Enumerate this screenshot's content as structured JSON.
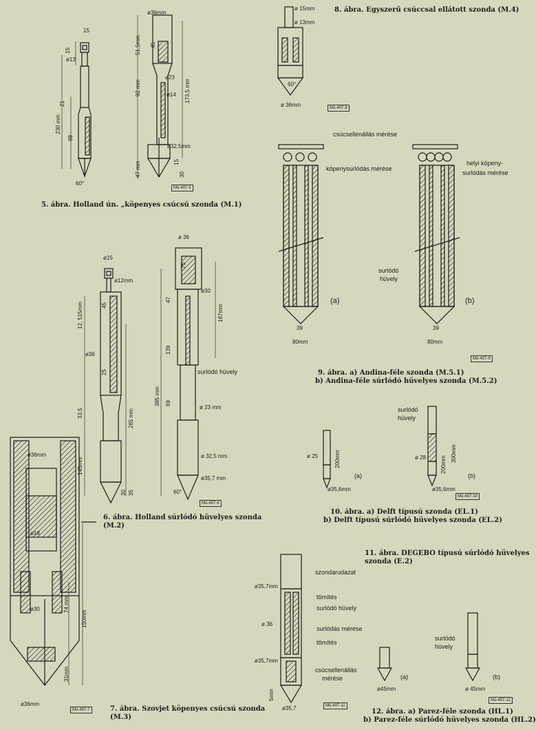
{
  "fig5": {
    "caption": "5. ábra. Holland ún. „köpenyes csúcsú szonda (M.1)",
    "dims": {
      "d15": "15",
      "h15": "15",
      "d13": "ø13",
      "h21": "21",
      "h98": "98",
      "h230": "230 mm",
      "ang60": "60°",
      "d36": "ø36mm",
      "h51": "51,5mm",
      "h45": "45",
      "d23": "ø23",
      "h92": "92 mm",
      "h173": "173,5 mm",
      "d14": "ø14",
      "d32": "ø32,5mm",
      "h47": "47 mm",
      "h15b": "15",
      "h30": "30"
    },
    "stamp1": "Mü-497-5"
  },
  "fig6": {
    "caption": "6. ábra. Holland súrlódó hüvelyes  szonda",
    "caption2": "(M.2)",
    "dims": {
      "d15": "ø15",
      "d12": "ø12mm",
      "h12": "12, 515mm",
      "h45": "45",
      "d36": "ø36",
      "h25": "25",
      "h335": "33,5",
      "h265": "265 mm",
      "h145": "145mm",
      "h30": "30",
      "h35": "35",
      "d36b": "ø 36",
      "h75": "75",
      "h47": "47",
      "d30": "ø30",
      "h187": "187mm",
      "h139": "139",
      "h385": "385 mm",
      "h69": "69",
      "d23": "ø 23 mm",
      "d325": "ø 32,5 mm",
      "d357": "ø35,7 mm",
      "ang60": "60°"
    },
    "label_sleeve": "surlódó hüvely",
    "stamp": "Mü-497-6"
  },
  "fig7": {
    "caption": "7. ábra. Szovjet köpenyes csúcsú szonda",
    "caption2": "(M.3)",
    "dims": {
      "d36t": "ø36mm",
      "d18": "ø18",
      "d30": "ø30",
      "h74": "74 mm",
      "h150": "150mm",
      "h31": "31mm",
      "d36b": "ø36mm"
    },
    "stamp": "Mü-497-7"
  },
  "fig8": {
    "caption": "8. ábra. Egyszerű csúccsal ellátott szonda (M.4)",
    "dims": {
      "d15": "ø 15mm",
      "d13": "ø 13mm",
      "ang60": "60°",
      "d36": "ø 36mm"
    },
    "stamp": "Mü-497-8"
  },
  "fig9": {
    "label_tip": "csúcsellenállás mérése",
    "label_mantle": "köpenysurlódás mérése",
    "label_local1": "helyi köpeny-",
    "label_local2": "surlódás mérése",
    "label_sleeve1": "surlódó",
    "label_sleeve2": "hüvely",
    "label_a": "(a)",
    "label_b": "(b)",
    "d39a": "39",
    "d80a": "80mm",
    "d39b": "39",
    "d80b": "80mm",
    "stamp": "Mü-497-9",
    "caption": "9. ábra. a) Andina-féle szonda (M.5.1)",
    "caption2": "b) Andina-féle súrlódó hüvelyes szonda (M.5.2)"
  },
  "fig10": {
    "label_sleeve1": "surlódó",
    "label_sleeve2": "hüvely",
    "d25": "ø 25",
    "h200": "200mm",
    "label_a": "(a)",
    "d356a": "ø35,6mm",
    "d28": "ø 28",
    "h200b": "200mm",
    "h300": "300mm",
    "label_b": "(b)",
    "d356b": "ø35,6mm",
    "stamp": "Mü-497-10",
    "caption": "10. ábra. a) Delft típusú szonda (EL.1)",
    "caption2": "b) Delft típusú súrlódó hüvelyes szonda (EL.2)"
  },
  "fig11": {
    "caption": "11. ábra. DEGEBO típusú súrlódó hüvelyes",
    "caption2": "szonda (E.2)",
    "labels": [
      "szondarudazat",
      "tömítés",
      "surlódó hüvely",
      "surlódás mérése",
      "tömítés",
      "csúcsellenállás",
      "mérése"
    ],
    "dims": {
      "d357a": "ø35,7mm",
      "d36": "ø 36",
      "d357b": "ø35,7mm",
      "h5": "5mm",
      "d357c": "ø35,7"
    },
    "stamp": "Mü-497-11"
  },
  "fig12": {
    "label_sleeve1": "surlódó",
    "label_sleeve2": "hüvely",
    "label_a": "(a)",
    "d45a": "ø45mm",
    "label_b": "(b)",
    "d45b": "ø 45mm",
    "stamp": "Mü-497-12",
    "caption": "12. ábra. a) Parez-féle szonda (HL.1)",
    "caption2": "b) Parez-féle súrlódó hüvelyes szonda (HL.2)"
  }
}
